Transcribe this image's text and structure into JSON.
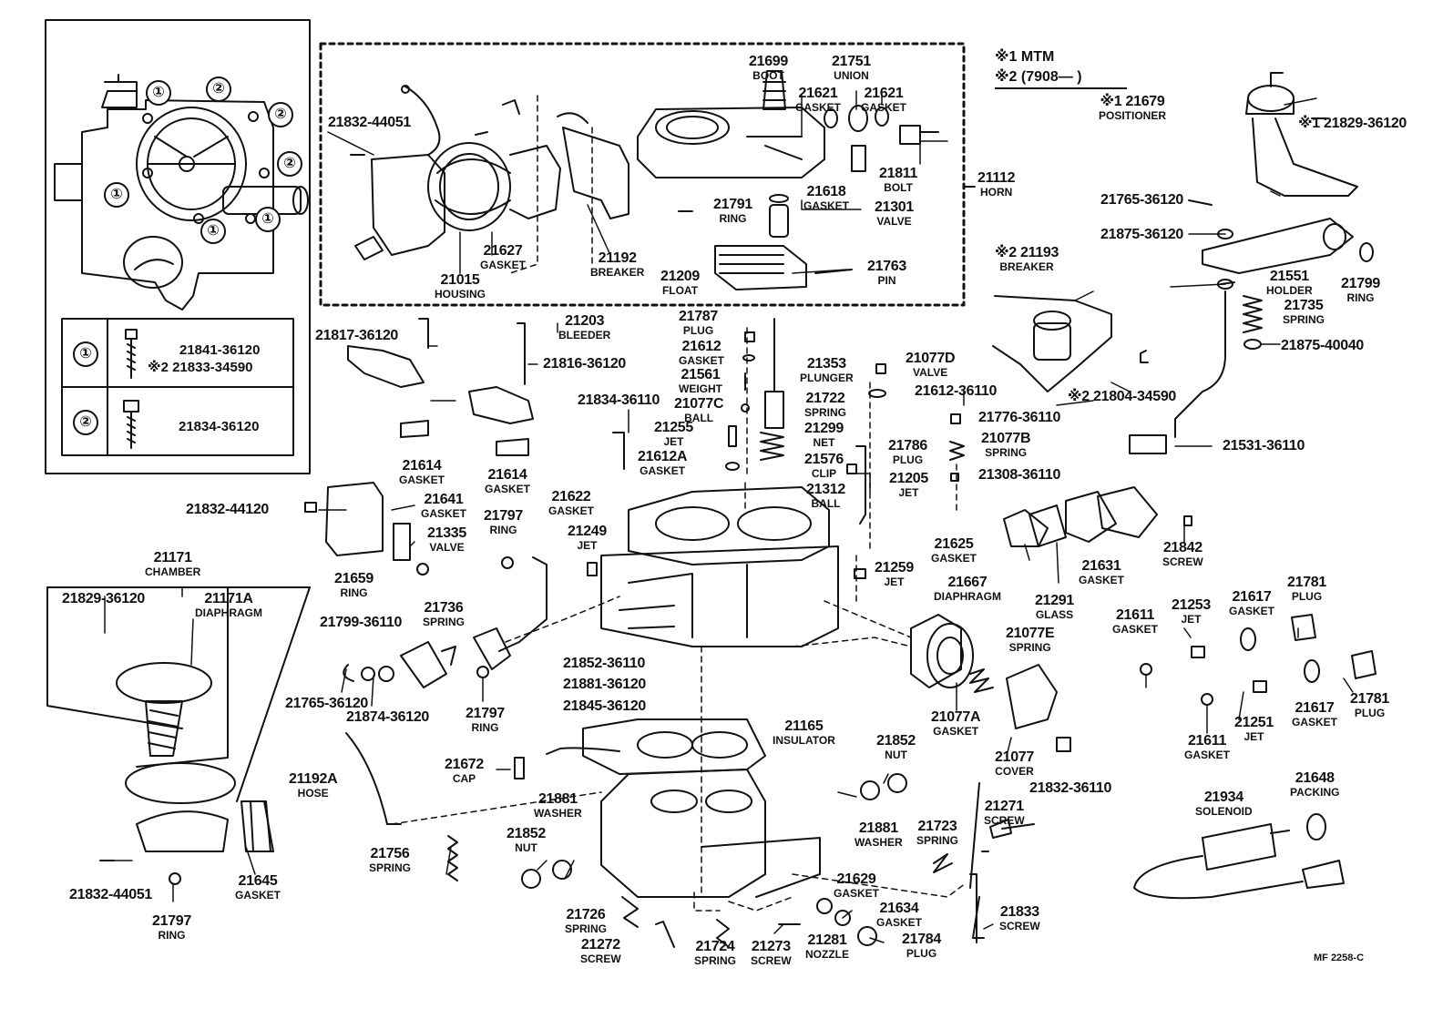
{
  "notes": {
    "mtm": "※1 MTM",
    "date": "※2 (7908—      )"
  },
  "legend": {
    "row1_symbol": "①",
    "row1_part_a": "21841-36120",
    "row1_part_b": "※2 21833-34590",
    "row2_symbol": "②",
    "row2_part": "21834-36120"
  },
  "overlay_symbols": [
    "①",
    "②",
    "②",
    "②",
    "①",
    "①",
    "①"
  ],
  "reference_code": "MF  2258-C",
  "parts": [
    {
      "num": "21699",
      "desc": "BOOT"
    },
    {
      "num": "21751",
      "desc": "UNION"
    },
    {
      "num": "21621",
      "desc": "GASKET"
    },
    {
      "num": "21621",
      "desc": "GASKET"
    },
    {
      "num": "21832-44051",
      "desc": ""
    },
    {
      "num": "21811",
      "desc": "BOLT"
    },
    {
      "num": "21112",
      "desc": "HORN"
    },
    {
      "num": "21618",
      "desc": "GASKET"
    },
    {
      "num": "21791",
      "desc": "RING"
    },
    {
      "num": "21301",
      "desc": "VALVE"
    },
    {
      "num": "21627",
      "desc": "GASKET"
    },
    {
      "num": "21192",
      "desc": "BREAKER"
    },
    {
      "num": "21763",
      "desc": "PIN"
    },
    {
      "num": "21209",
      "desc": "FLOAT"
    },
    {
      "num": "21015",
      "desc": "HOUSING"
    },
    {
      "num": "※1 21679",
      "desc": "POSITIONER"
    },
    {
      "num": "※1 21829-36120",
      "desc": ""
    },
    {
      "num": "21765-36120",
      "desc": ""
    },
    {
      "num": "21875-36120",
      "desc": ""
    },
    {
      "num": "※2 21193",
      "desc": "BREAKER"
    },
    {
      "num": "21551",
      "desc": "HOLDER"
    },
    {
      "num": "21799",
      "desc": "RING"
    },
    {
      "num": "21735",
      "desc": "SPRING"
    },
    {
      "num": "21875-40040",
      "desc": ""
    },
    {
      "num": "21817-36120",
      "desc": ""
    },
    {
      "num": "21203",
      "desc": "BLEEDER"
    },
    {
      "num": "21787",
      "desc": "PLUG"
    },
    {
      "num": "21612",
      "desc": "GASKET"
    },
    {
      "num": "21353",
      "desc": "PLUNGER"
    },
    {
      "num": "21077D",
      "desc": "VALVE"
    },
    {
      "num": "21816-36120",
      "desc": ""
    },
    {
      "num": "21561",
      "desc": "WEIGHT"
    },
    {
      "num": "21612-36110",
      "desc": ""
    },
    {
      "num": "※2 21804-34590",
      "desc": ""
    },
    {
      "num": "21834-36110",
      "desc": ""
    },
    {
      "num": "21077C",
      "desc": "BALL"
    },
    {
      "num": "21722",
      "desc": "SPRING"
    },
    {
      "num": "21255",
      "desc": "JET"
    },
    {
      "num": "21299",
      "desc": "NET"
    },
    {
      "num": "21776-36110",
      "desc": ""
    },
    {
      "num": "21531-36110",
      "desc": ""
    },
    {
      "num": "21077B",
      "desc": "SPRING"
    },
    {
      "num": "21612A",
      "desc": "GASKET"
    },
    {
      "num": "21576",
      "desc": "CLIP"
    },
    {
      "num": "21786",
      "desc": "PLUG"
    },
    {
      "num": "21614",
      "desc": "GASKET"
    },
    {
      "num": "21614",
      "desc": "GASKET"
    },
    {
      "num": "21205",
      "desc": "JET"
    },
    {
      "num": "21308-36110",
      "desc": ""
    },
    {
      "num": "21312",
      "desc": "BALL"
    },
    {
      "num": "21622",
      "desc": "GASKET"
    },
    {
      "num": "21832-44120",
      "desc": ""
    },
    {
      "num": "21641",
      "desc": "GASKET"
    },
    {
      "num": "21797",
      "desc": "RING"
    },
    {
      "num": "21335",
      "desc": "VALVE"
    },
    {
      "num": "21249",
      "desc": "JET"
    },
    {
      "num": "21625",
      "desc": "GASKET"
    },
    {
      "num": "21842",
      "desc": "SCREW"
    },
    {
      "num": "21631",
      "desc": "GASKET"
    },
    {
      "num": "21171",
      "desc": "CHAMBER"
    },
    {
      "num": "21659",
      "desc": "RING"
    },
    {
      "num": "21259",
      "desc": "JET"
    },
    {
      "num": "21829-36120",
      "desc": ""
    },
    {
      "num": "21171A",
      "desc": "DIAPHRAGM"
    },
    {
      "num": "21667",
      "desc": "DIAPHRAGM"
    },
    {
      "num": "21291",
      "desc": "GLASS"
    },
    {
      "num": "21781",
      "desc": "PLUG"
    },
    {
      "num": "21617",
      "desc": "GASKET"
    },
    {
      "num": "21253",
      "desc": "JET"
    },
    {
      "num": "21611",
      "desc": "GASKET"
    },
    {
      "num": "21799-36110",
      "desc": ""
    },
    {
      "num": "21736",
      "desc": "SPRING"
    },
    {
      "num": "21077E",
      "desc": "SPRING"
    },
    {
      "num": "21852-36110",
      "desc": ""
    },
    {
      "num": "21881-36120",
      "desc": ""
    },
    {
      "num": "21765-36120",
      "desc": ""
    },
    {
      "num": "21874-36120",
      "desc": ""
    },
    {
      "num": "21797",
      "desc": "RING"
    },
    {
      "num": "21845-36120",
      "desc": ""
    },
    {
      "num": "21781",
      "desc": "PLUG"
    },
    {
      "num": "21617",
      "desc": "GASKET"
    },
    {
      "num": "21251",
      "desc": "JET"
    },
    {
      "num": "21077A",
      "desc": "GASKET"
    },
    {
      "num": "21611",
      "desc": "GASKET"
    },
    {
      "num": "21165",
      "desc": "INSULATOR"
    },
    {
      "num": "21852",
      "desc": "NUT"
    },
    {
      "num": "21077",
      "desc": "COVER"
    },
    {
      "num": "21832-36110",
      "desc": ""
    },
    {
      "num": "21672",
      "desc": "CAP"
    },
    {
      "num": "21192A",
      "desc": "HOSE"
    },
    {
      "num": "21881",
      "desc": "WASHER"
    },
    {
      "num": "21934",
      "desc": "SOLENOID"
    },
    {
      "num": "21648",
      "desc": "PACKING"
    },
    {
      "num": "21271",
      "desc": "SCREW"
    },
    {
      "num": "21723",
      "desc": "SPRING"
    },
    {
      "num": "21881",
      "desc": "WASHER"
    },
    {
      "num": "21852",
      "desc": "NUT"
    },
    {
      "num": "21756",
      "desc": "SPRING"
    },
    {
      "num": "21629",
      "desc": "GASKET"
    },
    {
      "num": "21645",
      "desc": "GASKET"
    },
    {
      "num": "21832-44051",
      "desc": ""
    },
    {
      "num": "21634",
      "desc": "GASKET"
    },
    {
      "num": "21833",
      "desc": "SCREW"
    },
    {
      "num": "21797",
      "desc": "RING"
    },
    {
      "num": "21726",
      "desc": "SPRING"
    },
    {
      "num": "21272",
      "desc": "SCREW"
    },
    {
      "num": "21724",
      "desc": "SPRING"
    },
    {
      "num": "21273",
      "desc": "SCREW"
    },
    {
      "num": "21281",
      "desc": "NOZZLE"
    },
    {
      "num": "21784",
      "desc": "PLUG"
    }
  ]
}
